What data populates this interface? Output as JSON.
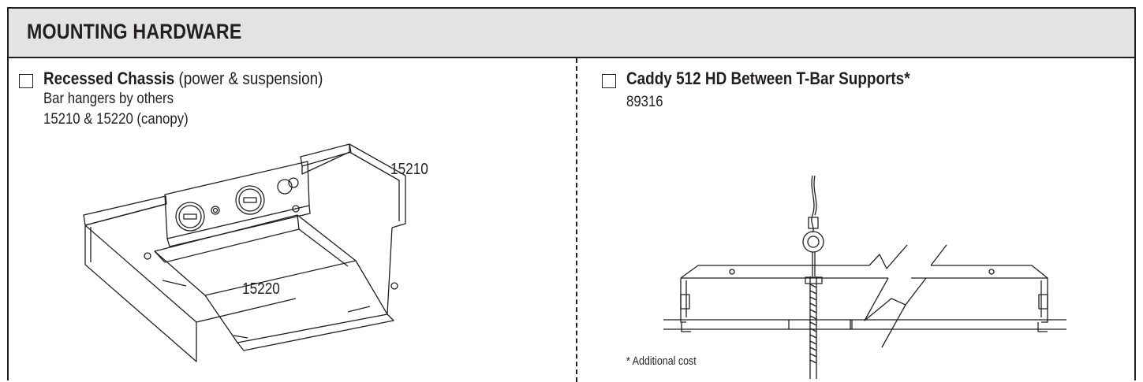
{
  "header": {
    "title": "MOUNTING HARDWARE"
  },
  "left_option": {
    "title_bold": "Recessed Chassis",
    "title_rest": " (power & suspension)",
    "line1": "Bar hangers by others",
    "line2": "15210 & 15220 (canopy)",
    "callout_chassis": "15210",
    "callout_canopy": "15220"
  },
  "right_option": {
    "title": "Caddy 512 HD Between T-Bar Supports*",
    "part_number": "89316",
    "footnote": "* Additional cost"
  }
}
